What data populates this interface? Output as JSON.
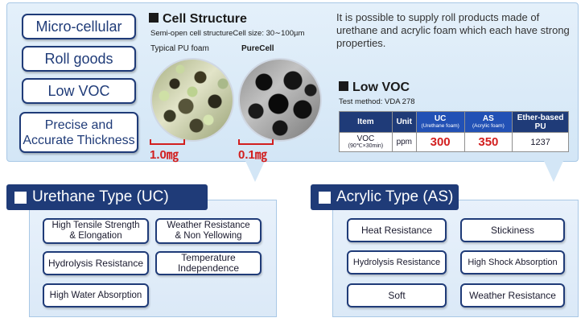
{
  "features_left": [
    "Micro-cellular",
    "Roll goods",
    "Low VOC",
    "Precise and\nAccurate Thickness"
  ],
  "cell_structure": {
    "title": "Cell Structure",
    "subtitle": "Semi-open cell structureCell size: 30∼100µm",
    "typical_label": "Typical PU foam",
    "pure_label": "PureCell",
    "typical_scale": "1.0㎎",
    "pure_scale": "0.1㎎"
  },
  "intro_text": "It is possible to supply roll products made of urethane and acrylic foam which each have strong properties.",
  "low_voc": {
    "title": "Low VOC",
    "test_method": "Test method: VDA 278",
    "headers": {
      "item": "Item",
      "unit": "Unit",
      "uc_main": "UC",
      "uc_sub": "(Urethane foam)",
      "as_main": "AS",
      "as_sub": "(Acrylic foam)",
      "ether_main": "Ether-based",
      "ether_sub": "PU"
    },
    "row": {
      "item_main": "VOC",
      "item_sub": "(90℃×30min)",
      "unit": "ppm",
      "uc": "300",
      "as": "350",
      "ether": "1237"
    }
  },
  "urethane": {
    "title": "Urethane Type (UC)",
    "features": [
      "High Tensile Strength\n& Elongation",
      "Weather Resistance\n& Non Yellowing",
      "Hydrolysis Resistance",
      "Temperature\nIndependence",
      "High Water Absorption"
    ]
  },
  "acrylic": {
    "title": "Acrylic Type (AS)",
    "features": [
      "Heat Resistance",
      "Stickiness",
      "Hydrolysis Resistance",
      "High Shock Absorption",
      "Soft",
      "Weather Resistance"
    ]
  },
  "colors": {
    "navy": "#1f3b78",
    "accent_red": "#d21f1f",
    "panel_blue": "#dbe9f7"
  }
}
